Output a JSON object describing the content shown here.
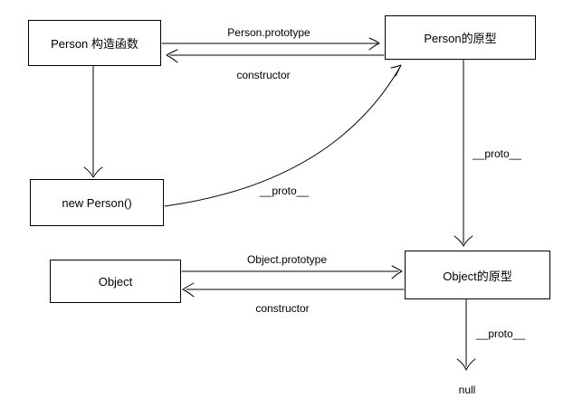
{
  "diagram": {
    "title": "JavaScript prototype chain diagram",
    "colors": {
      "background": "#ffffff",
      "line": "#000000",
      "text": "#000000",
      "box_fill": "#ffffff"
    },
    "boxes": {
      "person_constructor": "Person 构造函数",
      "person_prototype": "Person的原型",
      "new_person": "new Person()",
      "object": "Object",
      "object_prototype": "Object的原型"
    },
    "edge_labels": {
      "person_prototype_edge": "Person.prototype",
      "person_constructor_edge": "constructor",
      "new_person_proto_edge": "__proto__",
      "person_prototype_proto_edge": "__proto__",
      "object_prototype_edge": "Object.prototype",
      "object_constructor_edge": "constructor",
      "object_prototype_proto_edge": "__proto__",
      "null_terminal": "null"
    }
  }
}
